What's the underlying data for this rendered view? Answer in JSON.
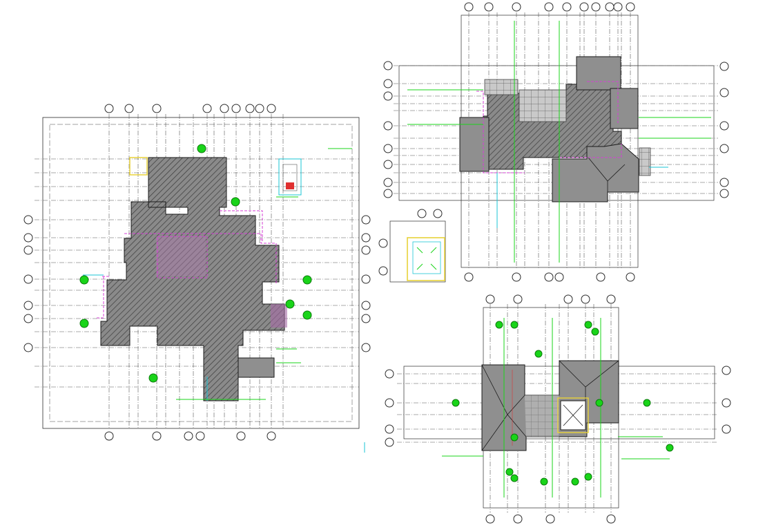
{
  "drawing": {
    "colors": {
      "roof_fill": "#8f8f8f",
      "line": "#2a2a2a",
      "annotation_green": "#19d419",
      "annotation_magenta": "#d63fd6",
      "annotation_cyan": "#19c6d6",
      "detail_yellow": "#e8d23a",
      "fire_red": "#e03030"
    },
    "views": [
      {
        "id": "main-roof-plan",
        "kind": "large roof plan"
      },
      {
        "id": "upper-roof-plan",
        "kind": "upper floor roof plan"
      },
      {
        "id": "tower-detail",
        "kind": "small square detail"
      },
      {
        "id": "lower-roof-plan",
        "kind": "lower roof plan"
      }
    ]
  }
}
